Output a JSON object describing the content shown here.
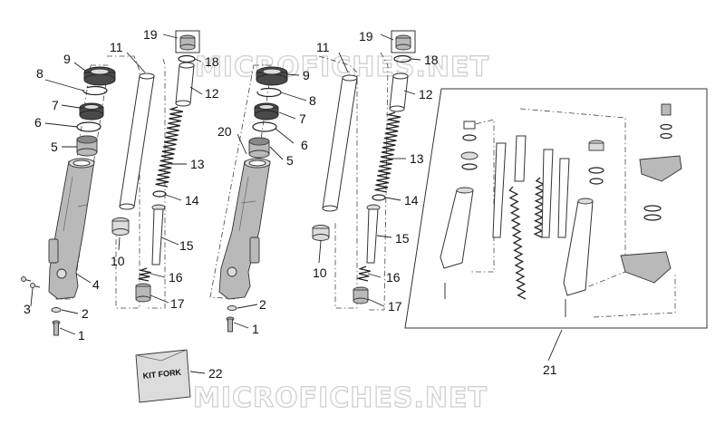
{
  "watermark": {
    "top": "MICROFICHES.NET",
    "bottom": "MICROFICHES.NET"
  },
  "kit_label": "KIT FORK",
  "callouts": {
    "l1": "1",
    "l2": "2",
    "l3": "3",
    "l4": "4",
    "l5": "5",
    "l6": "6",
    "l7": "7",
    "l8": "8",
    "l9": "9",
    "l10": "10",
    "l11": "11",
    "l12": "12",
    "l13": "13",
    "l14": "14",
    "l15": "15",
    "l16": "16",
    "l17": "17",
    "l18": "18",
    "l19": "19",
    "r1": "1",
    "r2": "2",
    "r5": "5",
    "r6": "6",
    "r7": "7",
    "r8": "8",
    "r9": "9",
    "r10": "10",
    "r11": "11",
    "r12": "12",
    "r13": "13",
    "r14": "14",
    "r15": "15",
    "r16": "16",
    "r17": "17",
    "r18": "18",
    "r19": "19",
    "n20": "20",
    "n21": "21",
    "n22": "22"
  }
}
